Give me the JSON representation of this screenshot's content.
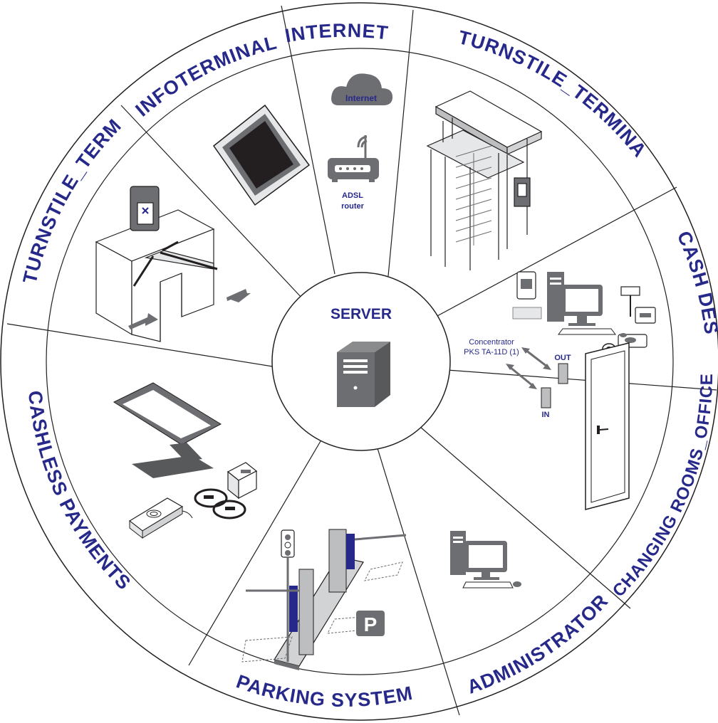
{
  "server": {
    "label": "SERVER"
  },
  "segments": [
    {
      "id": "internet",
      "title": "INTERNET"
    },
    {
      "id": "turnstile-right",
      "title": "TURNSTILE_TERMINAL"
    },
    {
      "id": "cash-desk",
      "title": "CASH DESK"
    },
    {
      "id": "changing-rooms",
      "title": "CHANGING ROOMS_OFFICES"
    },
    {
      "id": "administrator",
      "title": "ADMINISTRATOR"
    },
    {
      "id": "parking",
      "title": "PARKING SYSTEM"
    },
    {
      "id": "cashless",
      "title": "CASHLESS PAYMENTS"
    },
    {
      "id": "turnstile-left",
      "title": "TURNSTILE_TERMINAL"
    },
    {
      "id": "infoterminal",
      "title": "INFOTERMINAL"
    }
  ],
  "internet": {
    "cloud_label": "Internet",
    "router_line1": "ADSL",
    "router_line2": "router"
  },
  "concentrator": {
    "line1": "Concentrator",
    "line2": "PKS TA-11D (1)",
    "out_label": "OUT",
    "in_label": "IN"
  },
  "parking": {
    "sign_label": "P"
  },
  "colors": {
    "title": "#27298a",
    "device_gray": "#6d6e71",
    "accent_blue": "#27298a",
    "outline": "#231f20"
  }
}
